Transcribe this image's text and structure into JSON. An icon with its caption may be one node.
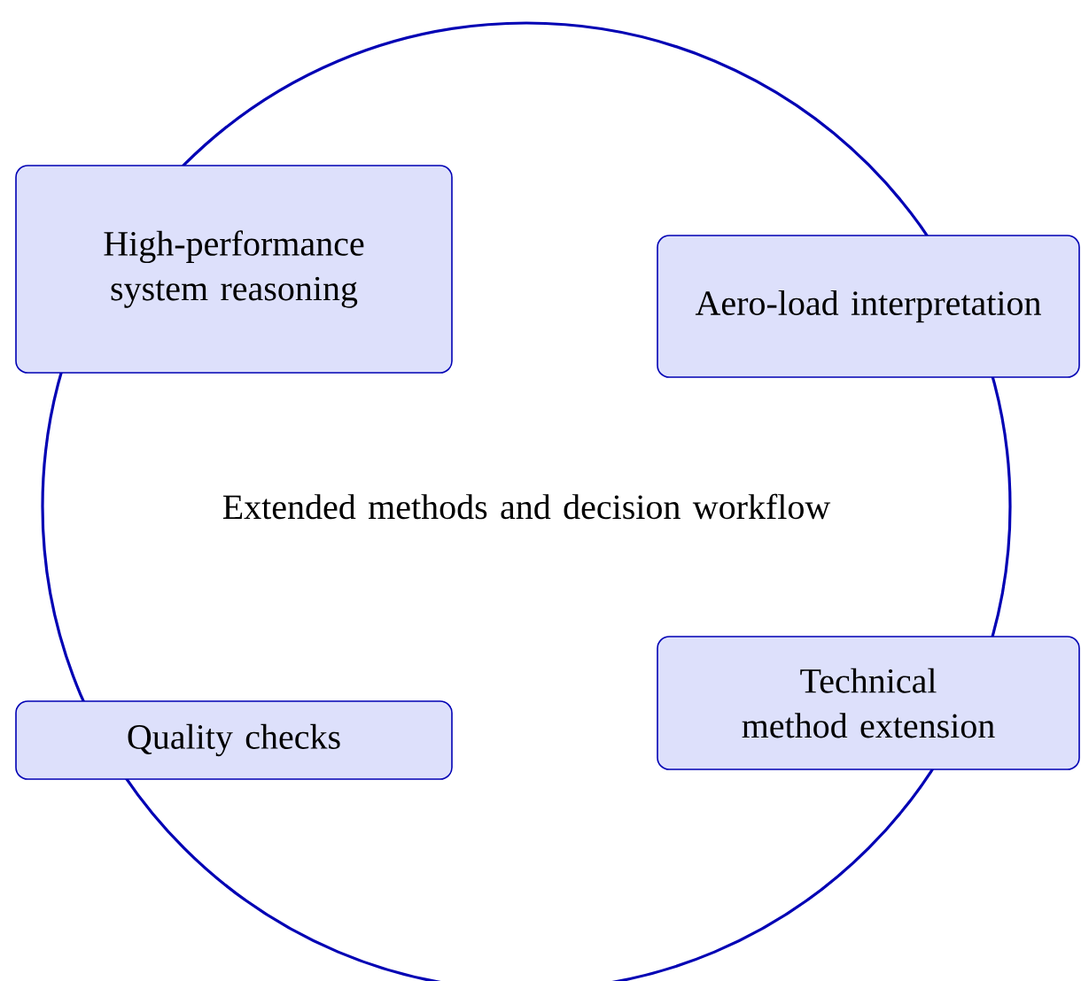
{
  "diagram": {
    "nodes": [
      {
        "text": [
          "Extended methods and decision workflow"
        ]
      },
      {
        "text": [
          "High-performance system reasoning"
        ]
      },
      {
        "text": [
          "Aero-load interpretation"
        ]
      },
      {
        "text": [
          "Quality checks"
        ]
      },
      {
        "text": [
          "Technical method extension"
        ]
      }
    ]
  }
}
